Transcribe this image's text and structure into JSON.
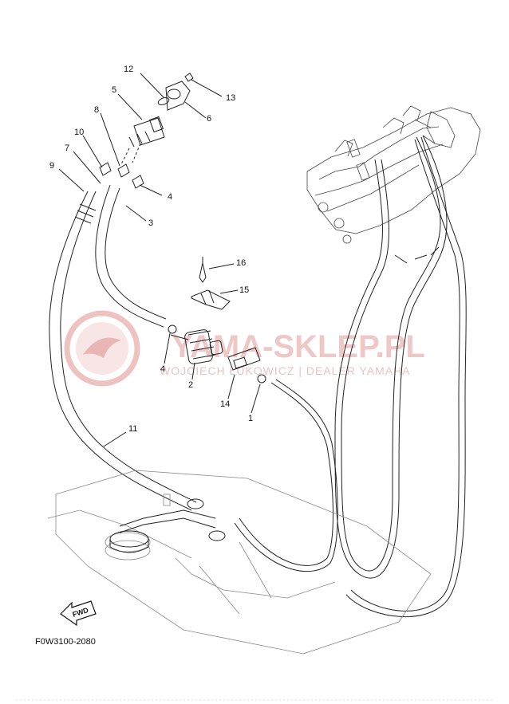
{
  "diagram": {
    "code": "F0W3100-2080",
    "fwd_label": "FWD",
    "watermark": {
      "main": "YAMA-SKLEP.PL",
      "sub": "WOJCIECH ŁUKOWICZ | DEALER YAMAHA"
    },
    "callouts": {
      "c1": "1",
      "c2": "2",
      "c3": "3",
      "c4a": "4",
      "c4b": "4",
      "c5": "5",
      "c6": "6",
      "c7": "7",
      "c8": "8",
      "c9": "9",
      "c10": "10",
      "c11": "11",
      "c12": "12",
      "c13": "13",
      "c14": "14",
      "c15": "15",
      "c16": "16"
    }
  }
}
